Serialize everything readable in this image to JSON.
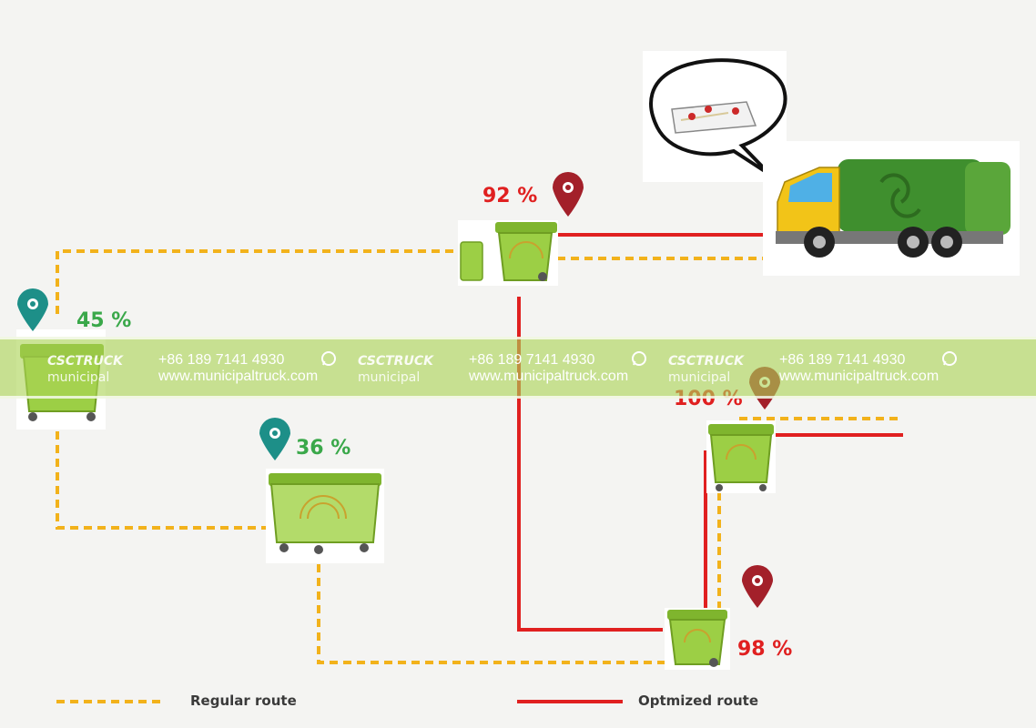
{
  "colors": {
    "background": "#f4f4f2",
    "regular_route": "#f2b21b",
    "optimized_route": "#e02020",
    "bin_green": "#9ccf45",
    "bin_dark": "#6f9e22",
    "pin_teal": "#1d8f88",
    "pin_red": "#a3202a",
    "pct_green": "#3aa84a",
    "pct_red": "#e02020",
    "banner": "#abd356"
  },
  "bins": [
    {
      "id": "bin-left",
      "fill_level": "45 %",
      "pin": "teal-pin-icon"
    },
    {
      "id": "bin-middle-low",
      "fill_level": "36 %",
      "pin": "teal-pin-icon"
    },
    {
      "id": "bin-top",
      "fill_level": "92 %",
      "pin": "red-pin-icon"
    },
    {
      "id": "bin-right",
      "fill_level": "100 %",
      "pin": "red-pin-icon"
    },
    {
      "id": "bin-bottom",
      "fill_level": "98 %",
      "pin": "red-pin-icon"
    }
  ],
  "legend": {
    "regular": "Regular route",
    "optimized": "Optmized route"
  },
  "watermark": {
    "brand": "CSCTRUCK",
    "sub": "municipal",
    "phone": "+86 189 7141 4930",
    "site": "www.municipaltruck.com",
    "icon": "whatsapp-icon"
  },
  "truck": {
    "icon": "garbage-truck-icon",
    "bubble_icon": "map-bubble-icon"
  }
}
